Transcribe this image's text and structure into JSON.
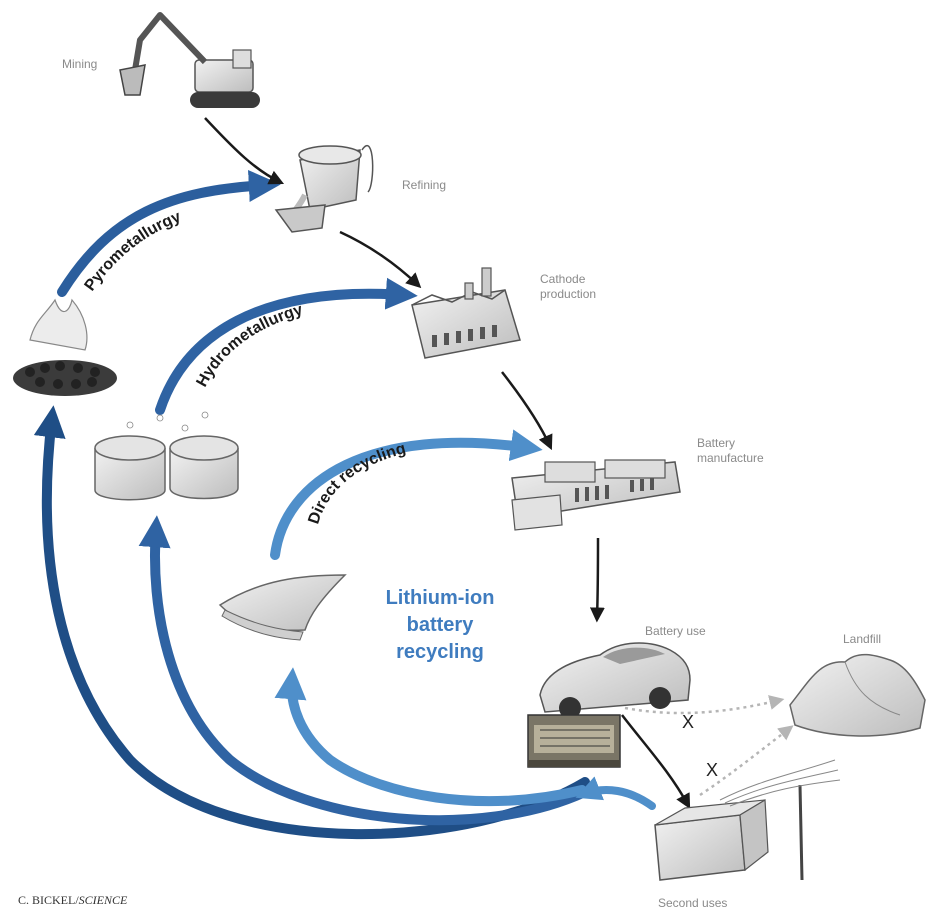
{
  "title": "Lithium-ion battery recycling",
  "title_lines": [
    "Lithium-ion",
    "battery",
    "recycling"
  ],
  "stages": {
    "mining": "Mining",
    "refining": "Refining",
    "cathode": "Cathode\nproduction",
    "manufacture": "Battery\nmanufacture",
    "use": "Battery use",
    "landfill": "Landfill",
    "second_uses": "Second uses"
  },
  "routes": {
    "pyro": "Pyrometallurgy",
    "hydro": "Hydrometallurgy",
    "direct": "Direct recycling"
  },
  "blocked_mark": "X",
  "credit": {
    "author": "C. BICKEL/",
    "publication": "SCIENCE"
  },
  "colors": {
    "route_dark": "#1f4e86",
    "route_mid": "#2f63a3",
    "route_light": "#4f8fca",
    "title_blue": "#3f7cbf",
    "flow_black": "#1a1a1a",
    "dotted_grey": "#b5b5b5"
  },
  "icons": [
    "excavator-icon",
    "ladle-icon",
    "factory-icon",
    "battery-factory-icon",
    "car-icon",
    "mountain-icon",
    "power-box-icon",
    "fire-ore-icon",
    "tanks-icon",
    "sheet-icon",
    "shredder-icon"
  ]
}
